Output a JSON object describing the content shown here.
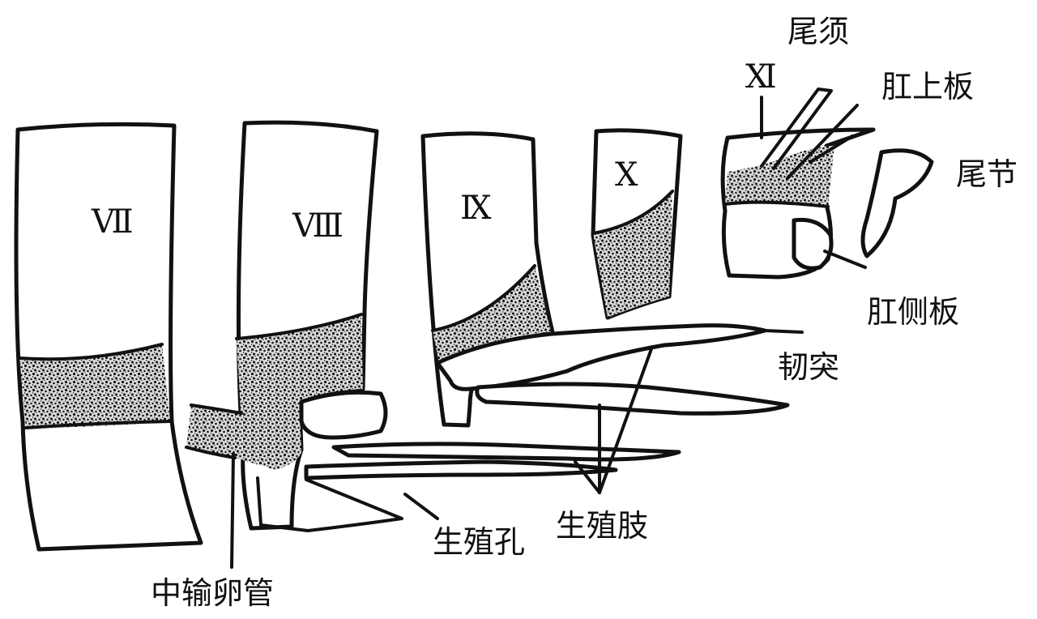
{
  "segments": {
    "vii": "Ⅶ",
    "viii": "Ⅷ",
    "ix": "Ⅸ",
    "x": "Ⅹ",
    "xi": "Ⅺ"
  },
  "labels": {
    "cercus": "尾须",
    "epiproct": "肛上板",
    "telson": "尾节",
    "paraproct": "肛侧板",
    "ligament": "韧突",
    "gonopore": "生殖孔",
    "gonapophyses": "生殖肢",
    "common_oviduct": "中输卵管"
  },
  "colors": {
    "ink": "#111111",
    "stipple": "#2a2a2a",
    "background": "#ffffff"
  }
}
